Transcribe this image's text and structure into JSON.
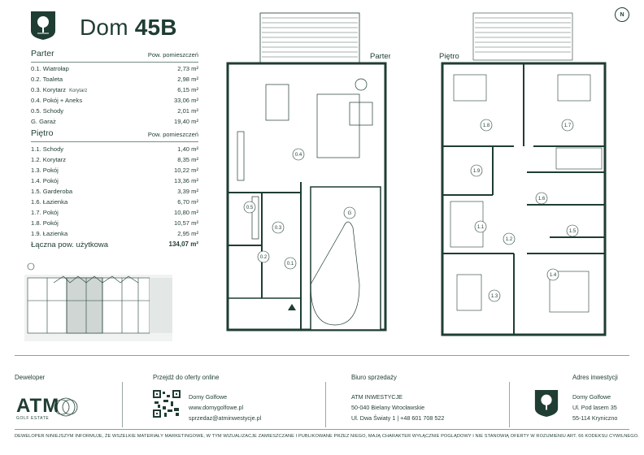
{
  "header": {
    "title_prefix": "Dom",
    "title_number": "45B"
  },
  "parter": {
    "heading": "Parter",
    "area_caption": "Pow. pomieszczeń",
    "rooms": [
      {
        "id": "0.1. Wiatrołap",
        "area": "2,73 m²"
      },
      {
        "id": "0.2. Toaleta",
        "area": "2,98 m²"
      },
      {
        "id": "0.3. Korytarz",
        "extra": "Korytarz",
        "area": "6,15 m²"
      },
      {
        "id": "0.4. Pokój + Aneks",
        "area": "33,06 m²"
      },
      {
        "id": "0.5. Schody",
        "area": "2,01 m²"
      },
      {
        "id": "G. Garaż",
        "area": "19,40 m²"
      }
    ]
  },
  "pietro": {
    "heading": "Piętro",
    "area_caption": "Pow. pomieszczeń",
    "rooms": [
      {
        "id": "1.1. Schody",
        "area": "1,40 m²"
      },
      {
        "id": "1.2. Korytarz",
        "area": "8,35 m²"
      },
      {
        "id": "1.3. Pokój",
        "area": "10,22 m²"
      },
      {
        "id": "1.4. Pokój",
        "area": "13,36 m²"
      },
      {
        "id": "1.5. Garderoba",
        "area": "3,39 m²"
      },
      {
        "id": "1.6. Łazienka",
        "area": "6,70 m²"
      },
      {
        "id": "1.7. Pokój",
        "area": "10,80 m²"
      },
      {
        "id": "1.8. Pokój",
        "area": "10,57 m²"
      },
      {
        "id": "1.9. Łazienka",
        "area": "2,95 m²"
      }
    ]
  },
  "total": {
    "label": "Łączna pow. użytkowa",
    "value": "134,07 m²"
  },
  "plans": {
    "parter_label": "Parter",
    "pietro_label": "Piętro",
    "north": "N",
    "parter_rooms": [
      "0.4",
      "0.5",
      "0.3",
      "0.2",
      "0.1",
      "G"
    ],
    "pietro_rooms": [
      "1.8",
      "1.7",
      "1.9",
      "1.6",
      "1.1",
      "1.2",
      "1.5",
      "1.3",
      "1.4"
    ]
  },
  "footer": {
    "developer_label": "Deweloper",
    "developer_name": "ATM",
    "developer_sub": "GOLF ESTATE",
    "offer_label": "Przejdź do oferty online",
    "offer_lines": [
      "Domy Golfowe",
      "www.domygolfowe.pl",
      "sprzedaz@atminwestycje.pl"
    ],
    "office_label": "Biuro sprzedaży",
    "office_lines": [
      "ATM INWESTYCJE",
      "50-040 Bielany Wrocławskie",
      "Ul. Dwa Światy 1  |  +48 601 708 522"
    ],
    "address_label": "Adres inwestycji",
    "address_lines": [
      "Domy Golfowe",
      "Ul. Pod lasem 35",
      "55-114 Kryniczno"
    ],
    "disclaimer": "DEWELOPER NINIEJSZYM INFORMUJE, ŻE WSZELKIE MATERIAŁY MARKETINGOWE, W TYM WIZUALIZACJE ZAMIESZCZANE I PUBLIKOWANE PRZEZ NIEGO, MAJĄ CHARAKTER WYŁĄCZNIE POGLĄDOWY I NIE STANOWIĄ OFERTY W ROZUMIENIU ART. 66 KODEKSU CYWILNEGO."
  },
  "colors": {
    "brand": "#1f3d33"
  }
}
